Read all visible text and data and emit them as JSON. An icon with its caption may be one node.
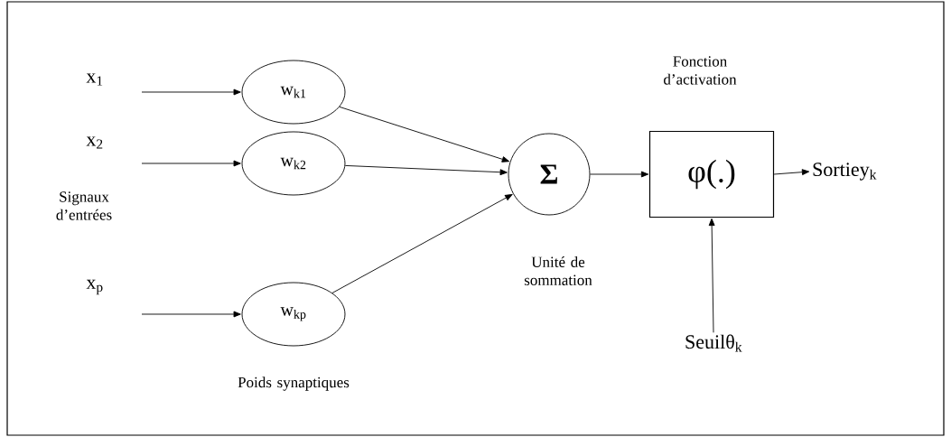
{
  "diagram": {
    "nodes": [
      {
        "text": [
          "w$_{k1}$"
        ]
      },
      {
        "text": [
          "w$_{k2}$"
        ]
      },
      {
        "text": [
          "w$_{kp}$"
        ],
        "beside": [
          "Poids synaptiques"
        ]
      },
      {
        "text": [
          "Σ"
        ],
        "beside": [
          "Unité de sommation"
        ]
      },
      {
        "text": [
          "φ(.)"
        ],
        "beside": [
          "Fonction d’activation"
        ]
      },
      {
        "text": [
          "Sortiey$_{k}$"
        ]
      },
      {
        "text": [
          "Seuilθ$_{k}$"
        ]
      }
    ],
    "edges": [
      {
        "from": null,
        "to": 0,
        "arrow": "to"
      },
      {
        "from": null,
        "to": 1,
        "arrow": "to"
      },
      {
        "from": null,
        "to": 2,
        "arrow": "to"
      },
      {
        "from": 0,
        "to": 3,
        "arrow": "to"
      },
      {
        "from": 1,
        "to": 3,
        "arrow": "to"
      },
      {
        "from": 2,
        "to": 3,
        "arrow": "to"
      },
      {
        "from": 3,
        "to": 4,
        "arrow": "to"
      },
      {
        "from": 4,
        "to": 5,
        "arrow": "to"
      },
      {
        "from": 6,
        "to": 4,
        "arrow": "to"
      }
    ],
    "labels": [
      "x$_{1}$",
      "x$_{2}$",
      "Signaux d’entrées",
      "x$_{p}$"
    ]
  }
}
